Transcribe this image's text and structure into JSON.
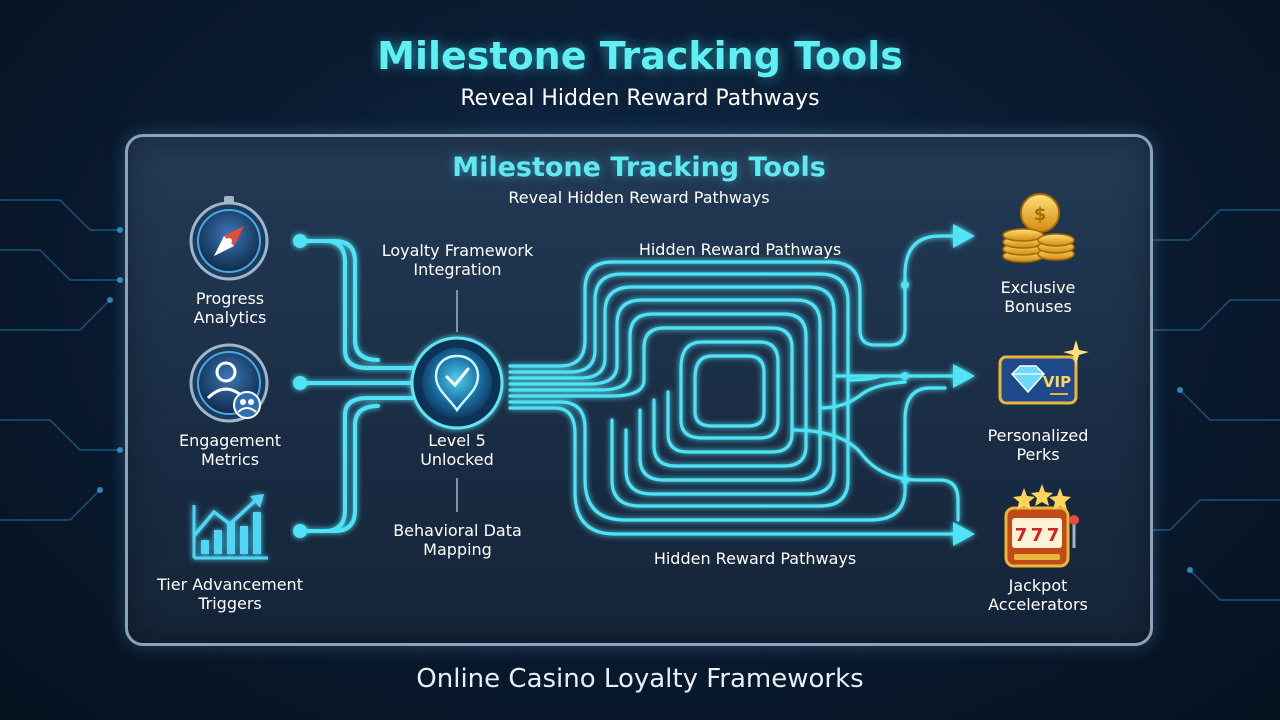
{
  "header": {
    "title": "Milestone Tracking Tools",
    "subtitle": "Reveal Hidden Reward Pathways"
  },
  "panel": {
    "title": "Milestone Tracking Tools",
    "subtitle": "Reveal Hidden Reward Pathways"
  },
  "inputs": [
    {
      "line1": "Progress",
      "line2": "Analytics",
      "icon": "compass-icon"
    },
    {
      "line1": "Engagement",
      "line2": "Metrics",
      "icon": "users-icon"
    },
    {
      "line1": "Tier Advancement",
      "line2": "Triggers",
      "icon": "growth-chart-icon"
    }
  ],
  "hub": {
    "top_label_line1": "Loyalty Framework",
    "top_label_line2": "Integration",
    "center_line1": "Level 5",
    "center_line2": "Unlocked",
    "bottom_label_line1": "Behavioral Data",
    "bottom_label_line2": "Mapping",
    "icon": "check-badge-icon"
  },
  "pathways": {
    "top_label": "Hidden Reward Pathways",
    "bottom_label": "Hidden Reward Pathways"
  },
  "outputs": [
    {
      "line1": "Exclusive",
      "line2": "Bonuses",
      "icon": "gold-coins-icon"
    },
    {
      "line1": "Personalized",
      "line2": "Perks",
      "icon": "vip-diamond-icon",
      "badge": "VIP"
    },
    {
      "line1": "Jackpot",
      "line2": "Accelerators",
      "icon": "slot-machine-icon"
    }
  ],
  "footer": "Online Casino Loyalty Frameworks",
  "colors": {
    "accent": "#5ef0f2",
    "line": "#4fe3f5",
    "gold": "#f4b82a"
  }
}
